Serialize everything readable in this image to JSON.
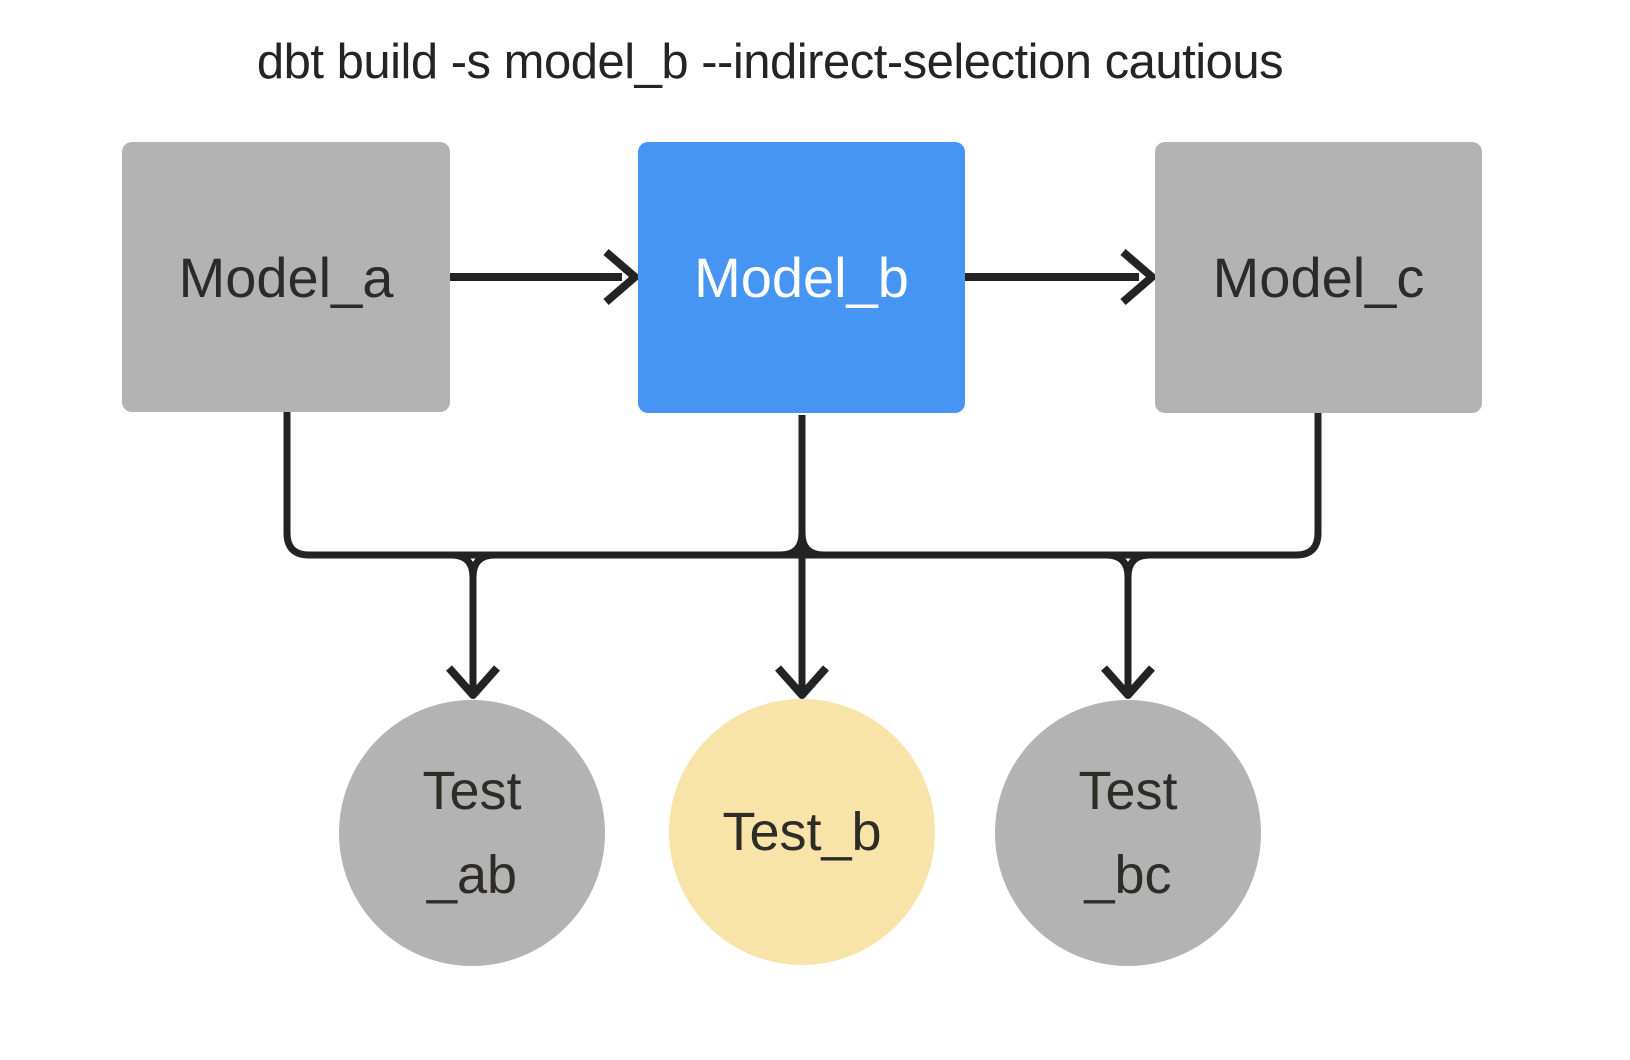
{
  "title": "dbt build -s model_b --indirect-selection cautious",
  "diagram": {
    "models": [
      {
        "id": "model_a",
        "label": "Model_a",
        "state": "unselected"
      },
      {
        "id": "model_b",
        "label": "Model_b",
        "state": "selected"
      },
      {
        "id": "model_c",
        "label": "Model_c",
        "state": "unselected"
      }
    ],
    "tests": [
      {
        "id": "test_ab",
        "label": "Test\n_ab",
        "state": "unselected"
      },
      {
        "id": "test_b",
        "label": "Test_b",
        "state": "selected"
      },
      {
        "id": "test_bc",
        "label": "Test\n_bc",
        "state": "unselected"
      }
    ],
    "edges": [
      {
        "from": "model_a",
        "to": "model_b"
      },
      {
        "from": "model_b",
        "to": "model_c"
      },
      {
        "from": "models_bus",
        "to": "test_ab"
      },
      {
        "from": "models_bus",
        "to": "test_b"
      },
      {
        "from": "models_bus",
        "to": "test_bc"
      }
    ],
    "colors": {
      "selected_model": "#4695f2",
      "selected_test": "#f8e4a8",
      "unselected_node": "#b3b3b3",
      "line": "#232323",
      "model_text": "#2b2b2b",
      "selected_model_text": "#ffffff",
      "background": "#ffffff"
    }
  }
}
